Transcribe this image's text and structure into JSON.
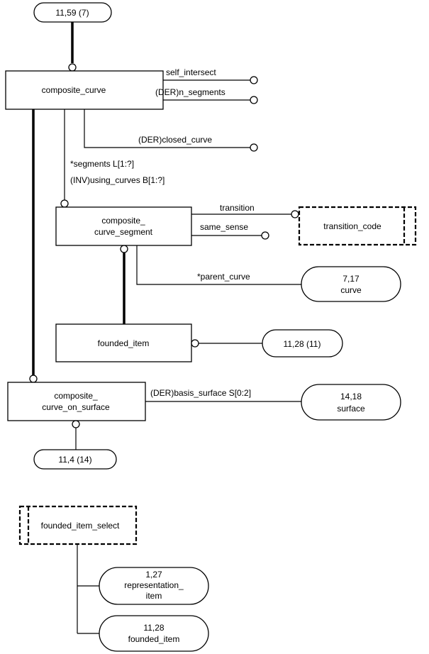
{
  "refs": {
    "r_11_59": "11,59 (7)",
    "r_7_17": [
      "7,17",
      "curve"
    ],
    "r_11_28a": "11,28 (11)",
    "r_14_18": [
      "14,18",
      "surface"
    ],
    "r_11_4": "11,4 (14)",
    "r_1_27": [
      "1,27",
      "representation_",
      "item"
    ],
    "r_11_28b": [
      "11,28",
      "founded_item"
    ]
  },
  "entities": {
    "composite_curve": "composite_curve",
    "composite_curve_segment": [
      "composite_",
      "curve_segment"
    ],
    "founded_item": "founded_item",
    "composite_curve_on_surface": [
      "composite_",
      "curve_on_surface"
    ]
  },
  "types": {
    "transition_code": "transition_code",
    "founded_item_select": "founded_item_select"
  },
  "attributes": {
    "self_intersect": "self_intersect",
    "n_segments": "(DER)n_segments",
    "closed_curve": "(DER)closed_curve",
    "segments": "*segments L[1:?]",
    "using_curves": "(INV)using_curves B[1:?]",
    "transition": "transition",
    "same_sense": "same_sense",
    "parent_curve": "*parent_curve",
    "basis_surface": "(DER)basis_surface S[0:2]"
  }
}
